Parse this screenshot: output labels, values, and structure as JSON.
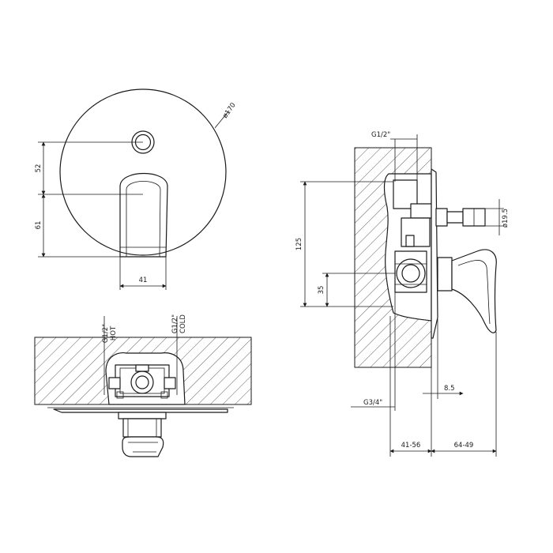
{
  "front_view": {
    "diameter_label": "ø170",
    "dim_upper": "52",
    "dim_lower": "61",
    "dim_width": "41"
  },
  "top_view": {
    "hot_size": "G1/2\"",
    "hot_label": "HOT",
    "cold_size": "G1/2\"",
    "cold_label": "COLD"
  },
  "side_view": {
    "inlet_label": "G1/2\"",
    "spindle_diameter": "ø19.5",
    "dim_height": "125",
    "dim_outlet_offset": "35",
    "outlet_label": "G3/4\"",
    "dim_plate": "8.5",
    "dim_depth_range": "41-56",
    "dim_projection_range": "64-49"
  }
}
